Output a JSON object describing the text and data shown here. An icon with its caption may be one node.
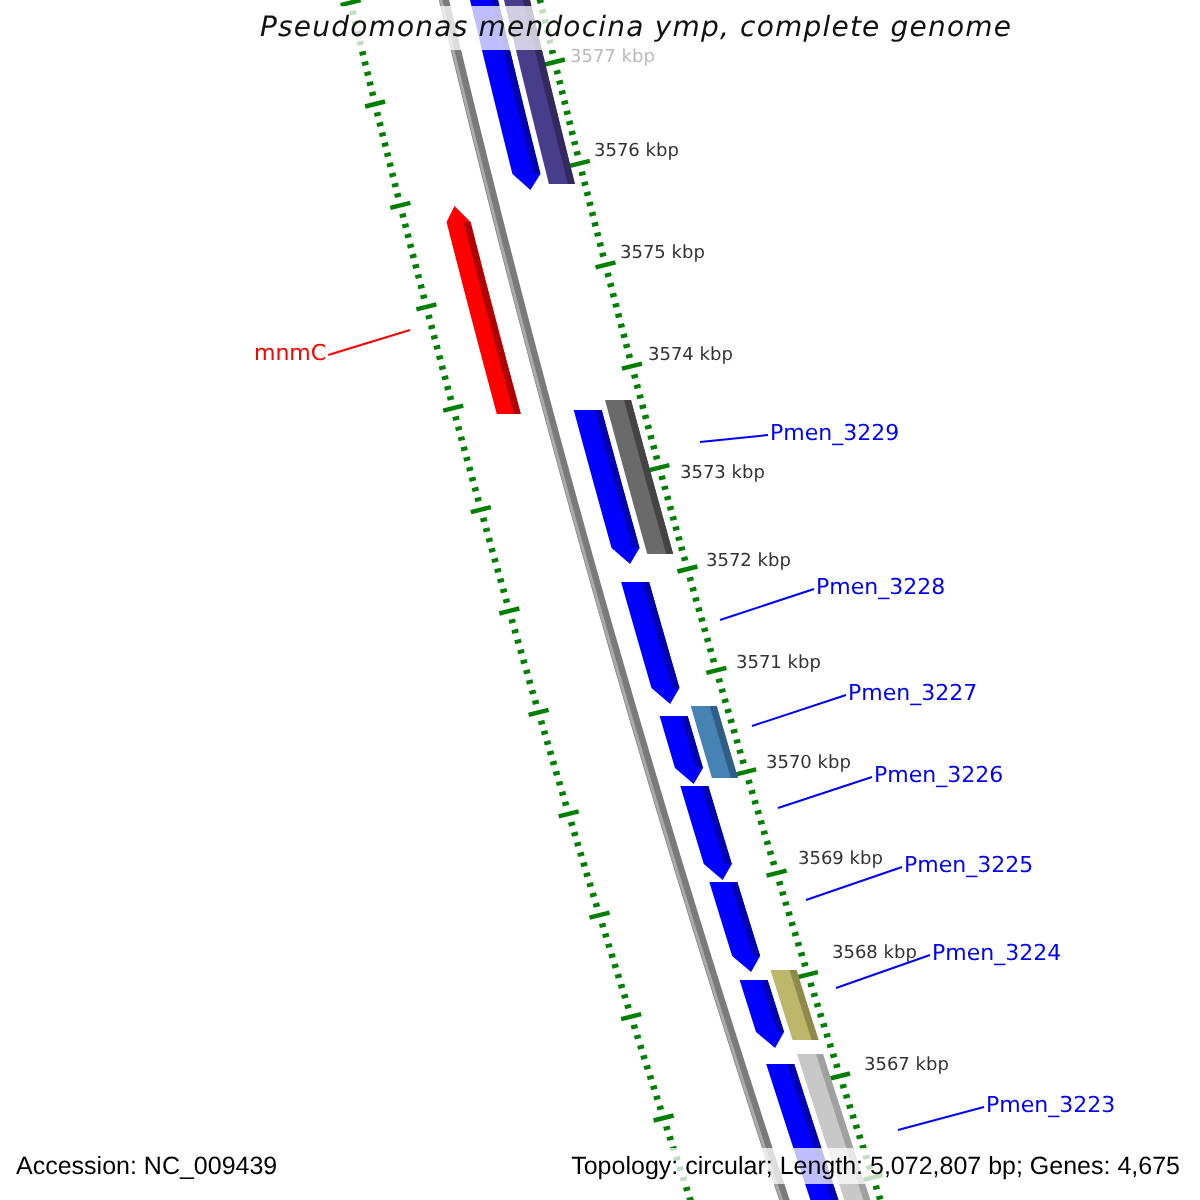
{
  "diagram": {
    "title": "Pseudomonas mendocina ymp, complete genome",
    "nodes": [
      {
        "text": [
          "mnmC"
        ]
      },
      {
        "text": [
          "Pmen_3229"
        ]
      },
      {
        "text": [
          "Pmen_3228"
        ]
      },
      {
        "text": [
          "Pmen_3227"
        ]
      },
      {
        "text": [
          "Pmen_3226"
        ]
      },
      {
        "text": [
          "Pmen_3225"
        ]
      },
      {
        "text": [
          "Pmen_3224"
        ]
      },
      {
        "text": [
          "Pmen_3223"
        ]
      }
    ],
    "edges": [
      {
        "from": 0,
        "to": null,
        "arrow": "none",
        "color": "#ff0000"
      },
      {
        "from": 1,
        "to": null,
        "arrow": "none"
      },
      {
        "from": 2,
        "to": null,
        "arrow": "none"
      },
      {
        "from": 3,
        "to": null,
        "arrow": "none"
      },
      {
        "from": 4,
        "to": null,
        "arrow": "none"
      },
      {
        "from": 5,
        "to": null,
        "arrow": "none"
      },
      {
        "from": 6,
        "to": null,
        "arrow": "none"
      },
      {
        "from": 7,
        "to": null,
        "arrow": "none"
      }
    ],
    "labels": [
      "3577 kbp",
      "3576 kbp",
      "3575 kbp",
      "3574 kbp",
      "3573 kbp",
      "3572 kbp",
      "3571 kbp",
      "3570 kbp",
      "3569 kbp",
      "3568 kbp",
      "3567 kbp",
      "Accession: NC_009439",
      "Topology: circular; Length: 5,072,807 bp; Genes: 4,675"
    ]
  }
}
